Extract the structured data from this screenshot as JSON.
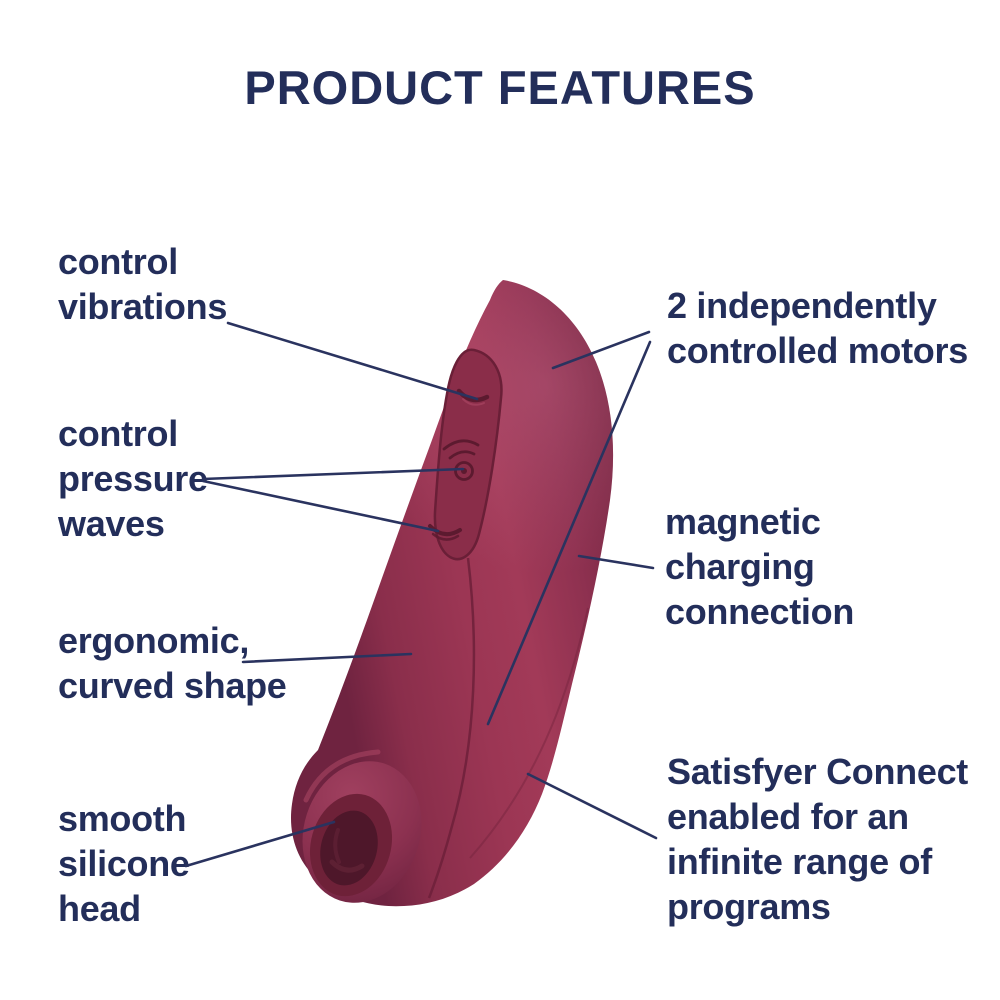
{
  "title": "PRODUCT FEATURES",
  "features": {
    "left": [
      {
        "label": "control\nvibrations"
      },
      {
        "label": "control\npressure\nwaves"
      },
      {
        "label": "ergonomic,\ncurved shape"
      },
      {
        "label": "smooth\nsilicone\nhead"
      }
    ],
    "right": [
      {
        "label": "2 independently\ncontrolled motors"
      },
      {
        "label": "magnetic\ncharging\nconnection"
      },
      {
        "label": "Satisfyer Connect\nenabled for an\ninfinite range of\nprograms"
      }
    ]
  },
  "device": {
    "description": "burgundy curved silicone pressure-wave massager shown at an angle",
    "icons": [
      "vibration-wave-button-icon",
      "pressure-wave-signal-icon",
      "pressure-wave-button-icon"
    ]
  },
  "colors": {
    "background": "#ffffff",
    "text_navy": "#232e5a",
    "line_navy": "#2a335f",
    "body_burgundy": "#96344f",
    "body_dark": "#6f2340",
    "body_light": "#a23a58",
    "panel_recess": "#8a2d49",
    "opening_dark": "#4e172a"
  }
}
